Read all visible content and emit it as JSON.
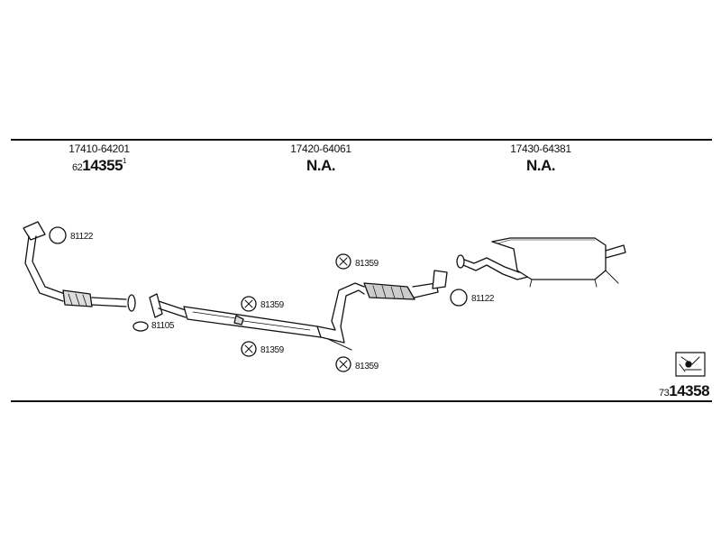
{
  "columns": [
    {
      "part_number": "17410-64201",
      "prefix": "62",
      "number": "14355",
      "suffix": "1"
    },
    {
      "part_number": "17420-64061",
      "value": "N.A."
    },
    {
      "part_number": "17430-64381",
      "value": "N.A."
    }
  ],
  "callouts": {
    "gasket_front": "81122",
    "gasket_rear": "81122",
    "ring_front": "81105",
    "hanger_mid_upper": "81359",
    "hanger_mid_lower": "81359",
    "hanger_center_top": "81359",
    "hanger_center_bottom": "81359"
  },
  "reference": {
    "prefix": "73",
    "number": "14358"
  },
  "icons": [
    "gasket-ring-icon",
    "rubber-hanger-icon",
    "o-ring-icon",
    "parts-sheet-icon"
  ]
}
